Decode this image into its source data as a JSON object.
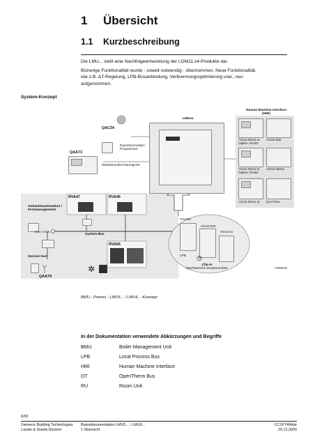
{
  "heading": {
    "number": "1",
    "title": "Übersicht"
  },
  "subheading": {
    "number": "1.1",
    "title": "Kurzbeschreibung"
  },
  "intro": {
    "line1": "Die LMU... stellt eine Nachfolgeentwicklung der LGM11.x4-Produkte dar.",
    "line2": "Bisherige Funktionalität wurde - soweit notwendig - übernommen. Neue Funktionalität,",
    "line3": "wie z.B. ΔT-Regelung, LPB-Busanbindung, Verbrennungsoptimierung usw., neu",
    "line4": "aufgenommen."
  },
  "side_label": "System-Konzept",
  "diagram": {
    "lmu": "LMUxx",
    "qac34": "QAC34",
    "raumthermostat_1": "Raumthermostat /",
    "raumthermostat_2": "Programmer",
    "qaa73": "QAA73",
    "modul_raumgeraet": "Modulierendes Raumgerät",
    "hmi_title_1": "Human Machine Interface",
    "hmi_title_2": "(HMI)",
    "hmi_r1_left_1": "AGU2.361xx &",
    "hmi_r1_left_2": "Option: IPx4D",
    "hmi_r1_right": "AGU2.350",
    "hmi_r2_left_1": "AGU2.361xx &",
    "hmi_r2_left_2": "Option: IPx4D",
    "hmi_r2_right": "AGU2.362xx",
    "hmi_r3_left": "AGU2.361xx &",
    "hmi_r3_right": "QAA73xx",
    "rva47": "RVA47",
    "rva46": "RVA46",
    "gebaeude_1": "Gebäudeautomation /",
    "gebaeude_2": "Fernmanagement",
    "oci_aci": "OCI / ACS",
    "system_bus": "System-Bus",
    "rva65": "RVA65",
    "service_tool": "Service tool",
    "qaa79": "QAA79",
    "oci420": "OCI420",
    "agu500": "AGU2.500",
    "agu2xx": "AGU2.xx",
    "lpb": "LPB",
    "clipin_1": "Clip-in",
    "clipin_2": "Mechanische Zusatzmodule",
    "drawing_no": "7494ir02",
    "caption": "BMU - Premix - LMU5... / LMU6...-Konzept"
  },
  "abbrev": {
    "title": "In der Dokumentation verwendete Abkürzungen und Begriffe",
    "rows": [
      {
        "abbr": "BMU",
        "meaning": "Boiler Management Unit"
      },
      {
        "abbr": "LPB",
        "meaning": "Local Process Bus"
      },
      {
        "abbr": "HMI",
        "meaning": "Human Machine Interface"
      },
      {
        "abbr": "OT",
        "meaning": "OpenTherm Bus"
      },
      {
        "abbr": "RU",
        "meaning": "Room Unit"
      }
    ]
  },
  "footer": {
    "page": "6/93",
    "company_1": "Siemens Building Technologies",
    "company_2": "Landis & Staefa Division",
    "doc_1": "Basisdokumentation LMU5... / LMU6...",
    "doc_2": "1 Übersicht",
    "code": "CC1P7494de",
    "date": "20.12.2000"
  }
}
